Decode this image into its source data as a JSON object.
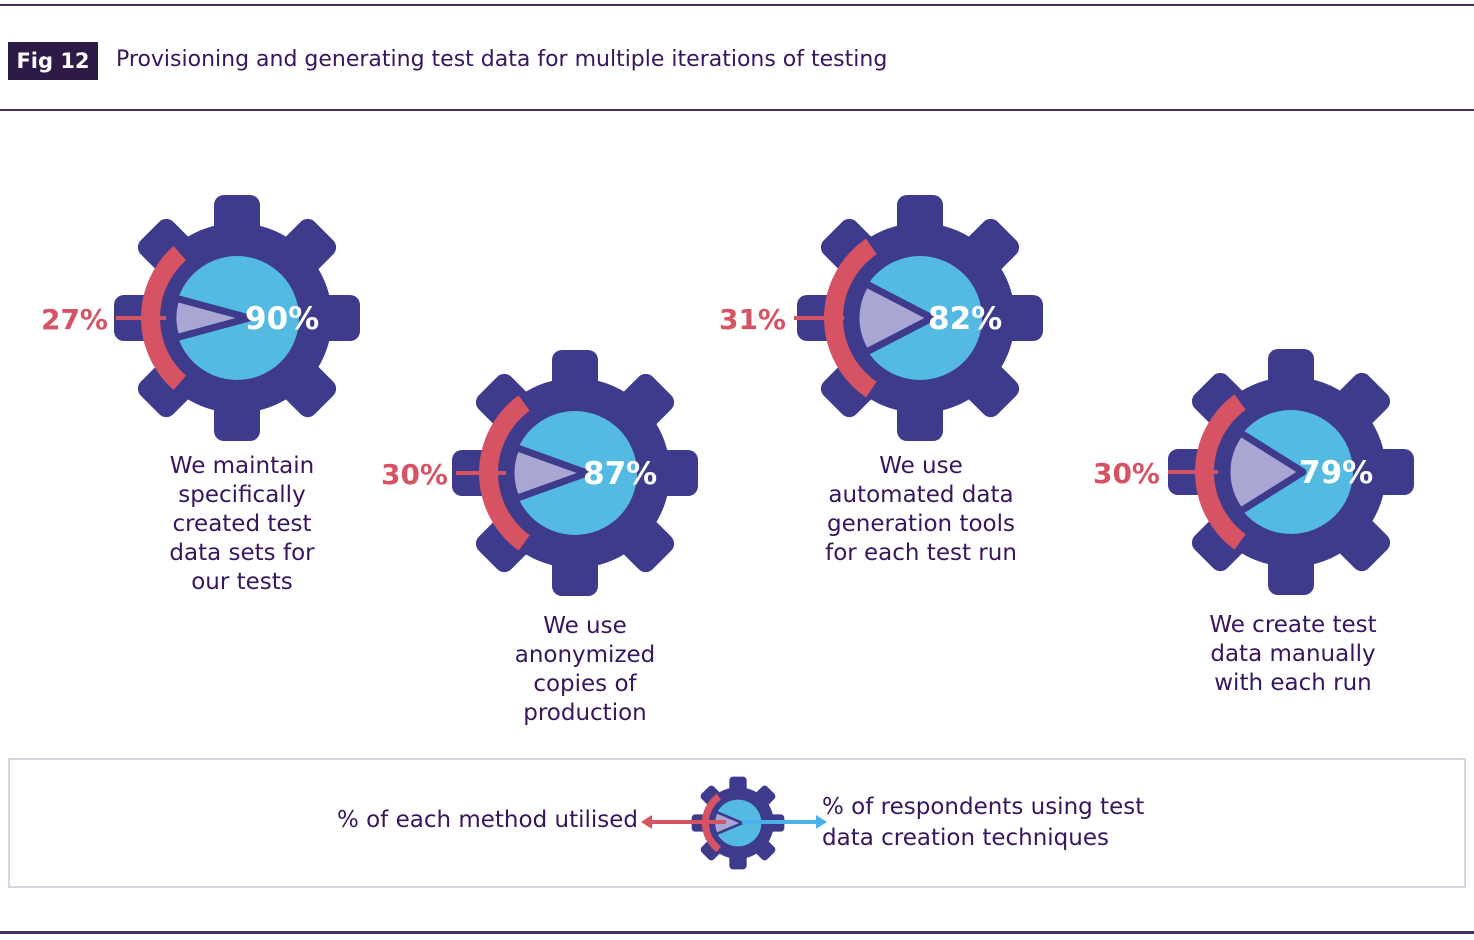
{
  "header": {
    "fig_label": "Fig 12",
    "title": "Provisioning and generating test data for multiple iterations of testing"
  },
  "chart_data": {
    "type": "pie",
    "title": "Provisioning and generating test data for multiple iterations of testing",
    "items": [
      {
        "label": "We maintain specifically created test data sets for our tests",
        "label_lines": [
          "We maintain",
          "specifically",
          "created test",
          "data sets for",
          "our tests"
        ],
        "respondents_pct": 90,
        "respondents_display": "90%",
        "utilised_pct": 27,
        "utilised_display": "27%"
      },
      {
        "label": "We use anonymized copies of production",
        "label_lines": [
          "We use",
          "anonymized",
          "copies of",
          "production"
        ],
        "respondents_pct": 87,
        "respondents_display": "87%",
        "utilised_pct": 30,
        "utilised_display": "30%"
      },
      {
        "label": "We use automated data generation tools for each test run",
        "label_lines": [
          "We use",
          "automated data",
          "generation tools",
          "for each test run"
        ],
        "respondents_pct": 82,
        "respondents_display": "82%",
        "utilised_pct": 31,
        "utilised_display": "31%"
      },
      {
        "label": "We create test data manually with each run",
        "label_lines": [
          "We create test",
          "data manually",
          "with each run"
        ],
        "respondents_pct": 79,
        "respondents_display": "79%",
        "utilised_pct": 30,
        "utilised_display": "30%"
      }
    ],
    "legend": {
      "left": "% of each method utilised",
      "right_line1": "% of respondents using test",
      "right_line2": "data creation techniques",
      "gear": {
        "utilised_pct": 30,
        "respondents_pct": 85
      }
    },
    "layout": {
      "grid": false,
      "legend_position": "bottom"
    }
  },
  "colors": {
    "indigo": "#3E3A8C",
    "blue": "#54BAE2",
    "lavender": "#A9A6D4",
    "red": "#D65364",
    "arrow_blue": "#49B2E8",
    "deep_purple": "#38155C",
    "badge_bg": "#2E1A47",
    "line_purple": "#473061",
    "legend_border": "#D9D6E4"
  }
}
